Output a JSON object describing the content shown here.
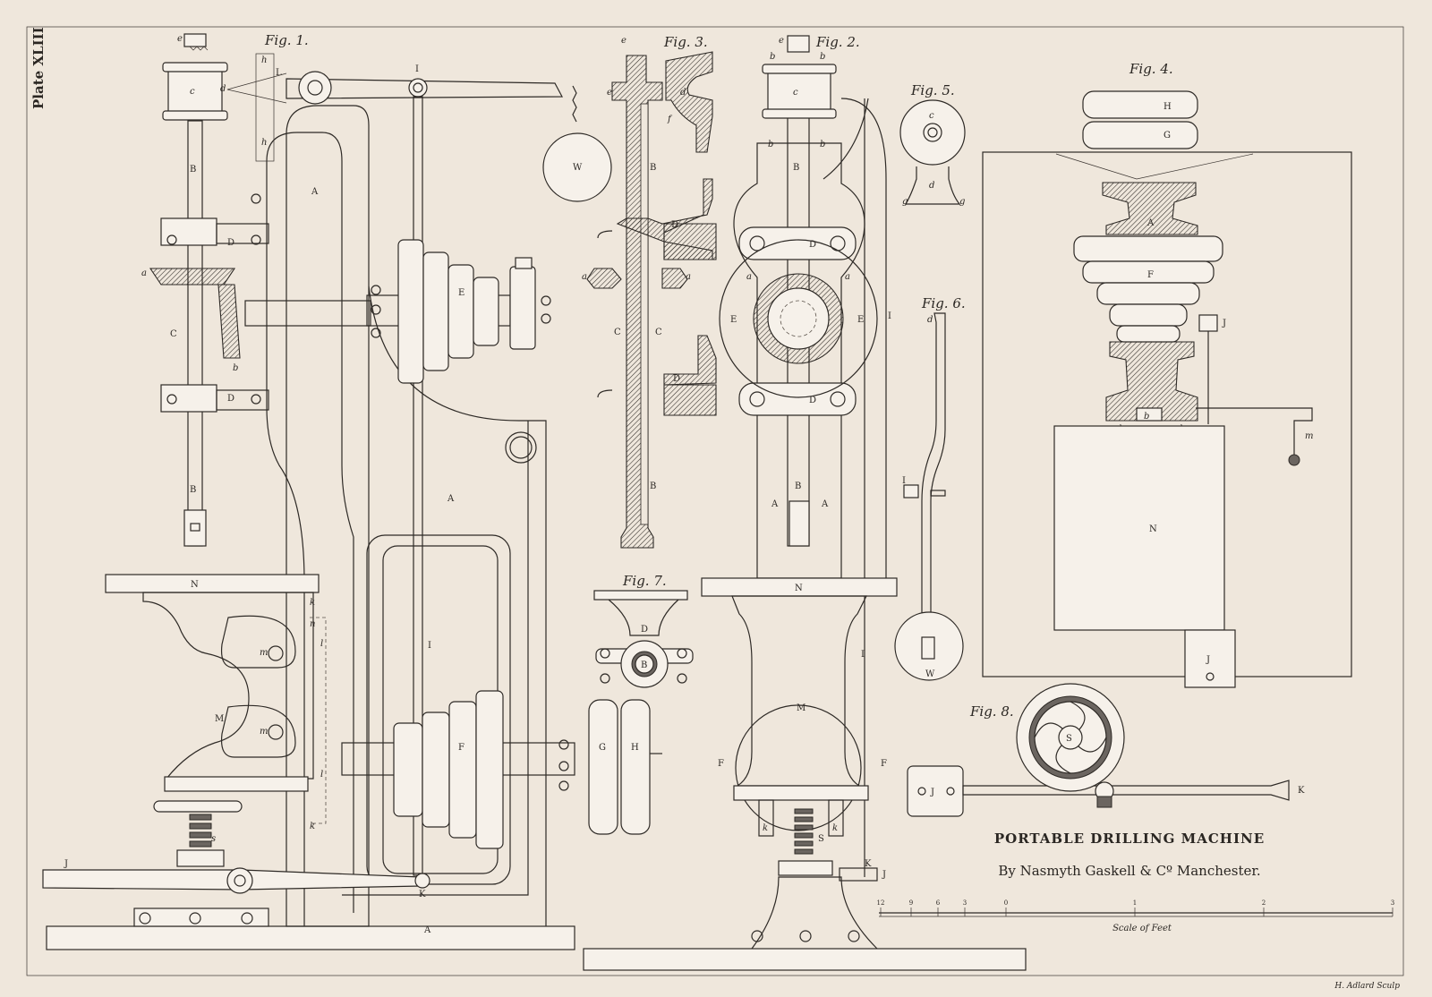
{
  "plate_number": "Plate XLIII",
  "title": "PORTABLE DRILLING MACHINE",
  "subtitle": "By Nasmyth Gaskell & Cº Manchester.",
  "engraver": "H. Adlard Sculp",
  "figures": {
    "fig1": "Fig. 1.",
    "fig2": "Fig. 2.",
    "fig3": "Fig. 3.",
    "fig4": "Fig. 4.",
    "fig5": "Fig. 5.",
    "fig6": "Fig. 6.",
    "fig7": "Fig. 7.",
    "fig8": "Fig. 8."
  },
  "scale": {
    "caption": "Scale of Feet",
    "tick_labels": [
      "12",
      "9",
      "6",
      "3",
      "0",
      "1",
      "2",
      "3"
    ]
  },
  "labels": {
    "A": "A",
    "B": "B",
    "C": "C",
    "D": "D",
    "E": "E",
    "F": "F",
    "G": "G",
    "H": "H",
    "I": "I",
    "J": "J",
    "K": "K",
    "M": "M",
    "N": "N",
    "S": "S",
    "W": "W",
    "L": "L",
    "a": "a",
    "b": "b",
    "c": "c",
    "d": "d",
    "e": "e",
    "f": "f",
    "g": "g",
    "h": "h",
    "k": "k",
    "l": "l",
    "m": "m",
    "n": "n",
    "s": "s"
  },
  "colors": {
    "paper": "#efe7dc",
    "ink": "#2e2a26"
  }
}
